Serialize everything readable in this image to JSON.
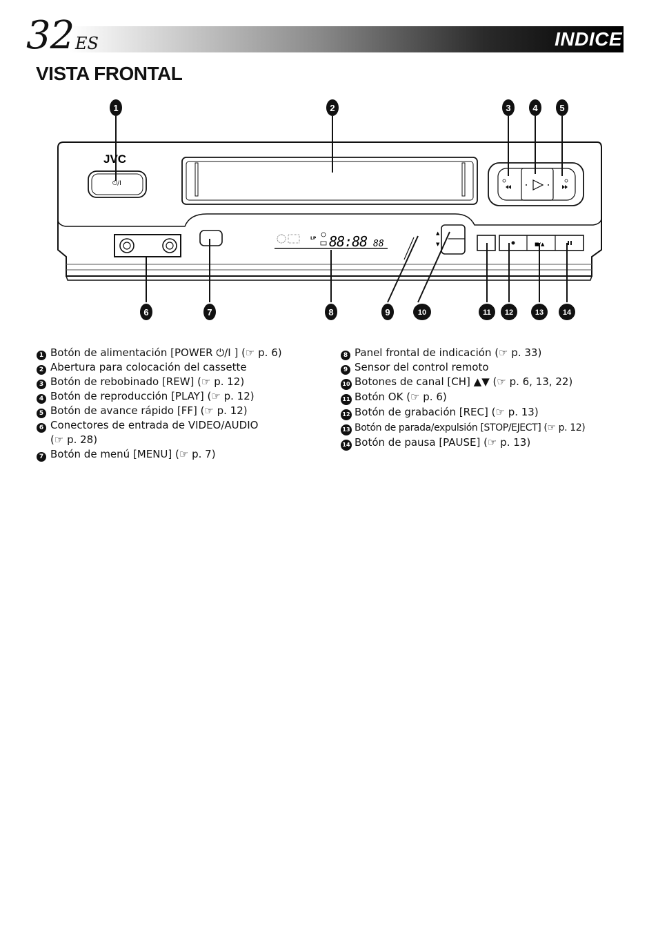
{
  "header": {
    "page_number": "32",
    "language": "ES",
    "section": "INDICE"
  },
  "title": "VISTA FRONTAL",
  "diagram": {
    "brand": "JVC",
    "power_symbol": "⏻/I",
    "callouts": [
      "1",
      "2",
      "3",
      "4",
      "5",
      "6",
      "7",
      "8",
      "9",
      "10",
      "11",
      "12",
      "13",
      "14"
    ],
    "display_digits": "88:88",
    "display_small": "88",
    "display_lp": "LP",
    "stop_eject_label": "■/▲",
    "ch_up": "▲",
    "ch_down": "▼"
  },
  "legend_left": [
    {
      "n": "1",
      "text": "Botón de alimentación [POWER ⏻/I ] (☞ p. 6)"
    },
    {
      "n": "2",
      "text": "Abertura para colocación del cassette"
    },
    {
      "n": "3",
      "text": "Botón de rebobinado [REW] (☞ p. 12)"
    },
    {
      "n": "4",
      "text": "Botón de reproducción [PLAY] (☞ p. 12)"
    },
    {
      "n": "5",
      "text": "Botón de avance rápido [FF] (☞ p. 12)"
    },
    {
      "n": "6",
      "text": "Conectores de entrada de VIDEO/AUDIO",
      "cont": "(☞ p. 28)"
    },
    {
      "n": "7",
      "text": "Botón de menú [MENU] (☞ p. 7)"
    }
  ],
  "legend_right": [
    {
      "n": "8",
      "text": "Panel frontal de indicación (☞ p. 33)"
    },
    {
      "n": "9",
      "text": "Sensor del control remoto"
    },
    {
      "n": "10",
      "text": "Botones de canal [CH] ▲▼ (☞ p. 6, 13, 22)"
    },
    {
      "n": "11",
      "text": "Botón OK (☞ p. 6)"
    },
    {
      "n": "12",
      "text": "Botón de grabación [REC] (☞ p. 13)"
    },
    {
      "n": "13",
      "text": "Botón de parada/expulsión [STOP/EJECT] (☞ p. 12)"
    },
    {
      "n": "14",
      "text": "Botón de pausa [PAUSE] (☞ p. 13)"
    }
  ]
}
